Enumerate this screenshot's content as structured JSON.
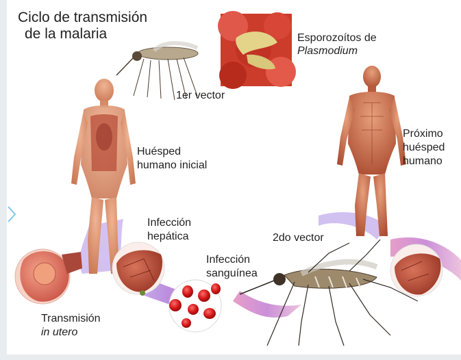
{
  "diagram": {
    "title_line1": "Ciclo de transmisión",
    "title_line2": "de la malaria",
    "labels": {
      "esporozoitos_line1": "Esporozoítos de",
      "esporozoitos_line2": "Plasmodium",
      "vector1": "1er vector",
      "huesped_inicial_line1": "Huésped",
      "huesped_inicial_line2": "humano inicial",
      "proximo_line1": "Próximo",
      "proximo_line2": "huésped",
      "proximo_line3": "humano",
      "infeccion_hepatica_line1": "Infección",
      "infeccion_hepatica_line2": "hepática",
      "vector2": "2do vector",
      "infeccion_sanguinea_line1": "Infección",
      "infeccion_sanguinea_line2": "sanguínea",
      "transmision_line1": "Transmisión",
      "transmision_line2": "in utero"
    },
    "colors": {
      "skin": "#d98a66",
      "muscle": "#b5553c",
      "liver": "#b54a33",
      "rbc": "#d01818",
      "flow_purple": "#b38ad6",
      "flow_pink": "#e889b9"
    }
  }
}
